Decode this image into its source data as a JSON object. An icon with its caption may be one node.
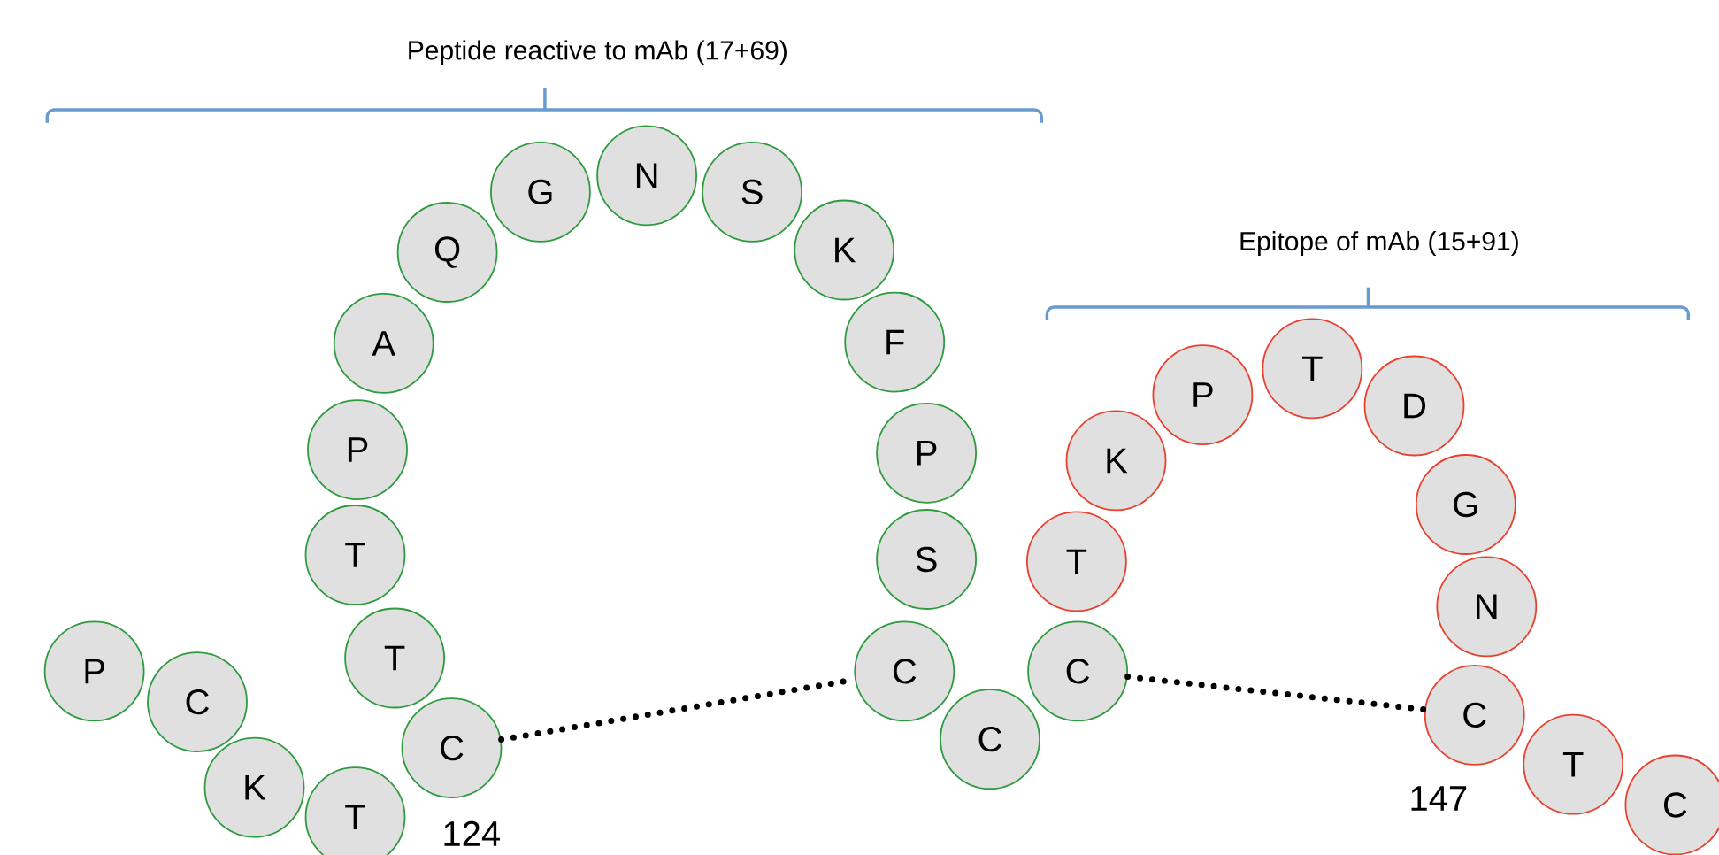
{
  "diagram": {
    "nodes": [
      {
        "text": [
          "P"
        ]
      },
      {
        "text": [
          "C"
        ]
      },
      {
        "text": [
          "K"
        ]
      },
      {
        "text": [
          "T"
        ]
      },
      {
        "text": [
          "C"
        ]
      },
      {
        "text": [
          "T"
        ]
      },
      {
        "text": [
          "T"
        ]
      },
      {
        "text": [
          "P"
        ]
      },
      {
        "text": [
          "A"
        ]
      },
      {
        "text": [
          "Q"
        ]
      },
      {
        "text": [
          "G"
        ]
      },
      {
        "text": [
          "N"
        ]
      },
      {
        "text": [
          "S"
        ]
      },
      {
        "text": [
          "K"
        ]
      },
      {
        "text": [
          "F"
        ]
      },
      {
        "text": [
          "P"
        ]
      },
      {
        "text": [
          "S"
        ]
      },
      {
        "text": [
          "C"
        ]
      },
      {
        "text": [
          "C"
        ]
      },
      {
        "text": [
          "C"
        ]
      },
      {
        "text": [
          "T"
        ]
      },
      {
        "text": [
          "K"
        ]
      },
      {
        "text": [
          "P"
        ]
      },
      {
        "text": [
          "T"
        ]
      },
      {
        "text": [
          "D"
        ]
      },
      {
        "text": [
          "G"
        ]
      },
      {
        "text": [
          "N"
        ]
      },
      {
        "text": [
          "C"
        ]
      },
      {
        "text": [
          "T"
        ]
      },
      {
        "text": [
          "C"
        ]
      }
    ],
    "edges": [
      {
        "from": 4,
        "to": 17,
        "arrow": "none",
        "style": "dashed"
      },
      {
        "from": 19,
        "to": 27,
        "arrow": "none",
        "style": "dashed"
      }
    ],
    "labels": [
      "Peptide reactive to mAb (17+69)",
      "Epitope of mAb (15+91)",
      "124",
      "147"
    ]
  }
}
